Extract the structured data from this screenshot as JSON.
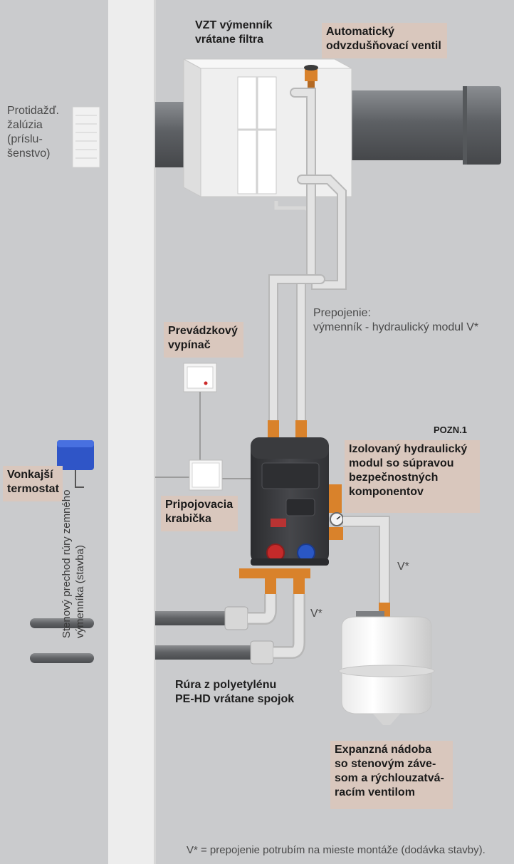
{
  "labels": {
    "vzt": [
      "VZT výmenník",
      "vrátane filtra"
    ],
    "vent_valve": [
      "Automatický",
      "odvzdušňovací ventil"
    ],
    "louvre": [
      "Protidažď.",
      "žalúzia",
      "(príslu-",
      "šenstvo)"
    ],
    "interconnect": [
      "Prepojenie:",
      "výmenník - hydraulický modul V*"
    ],
    "switch": [
      "Prevádzkový",
      "vypínač"
    ],
    "pozn": "POZN.1",
    "module": [
      "Izolovaný hydraulický",
      "modul so súpravou",
      "bezpečnostných",
      "komponentov"
    ],
    "thermostat": [
      "Vonkajší",
      "termostat"
    ],
    "junction": [
      "Pripojovacia",
      "krabička"
    ],
    "v_star_1": "V*",
    "v_star_2": "V*",
    "wall_passage": [
      "Stenový prechod rúry zemného",
      "výmenníka (stavba)"
    ],
    "pe_pipe": [
      "Rúra z polyetylénu",
      "PE-HD vrátane spojok"
    ],
    "expansion": [
      "Expanzná nádoba",
      "so stenovým záve-",
      "som a rýchlouzatvá-",
      "racím ventilom"
    ],
    "footnote": "V* = prepojenie potrubím na mieste montáže (dodávka stavby)."
  },
  "colors": {
    "background": "#cacbcd",
    "wall": "#ededed",
    "label_box": "#d9c7bd",
    "duct": "#6c6f73",
    "module": "#3c3d40",
    "pipe": "#dedede",
    "brass": "#d9822b",
    "thermostat": "#2f55c7"
  }
}
